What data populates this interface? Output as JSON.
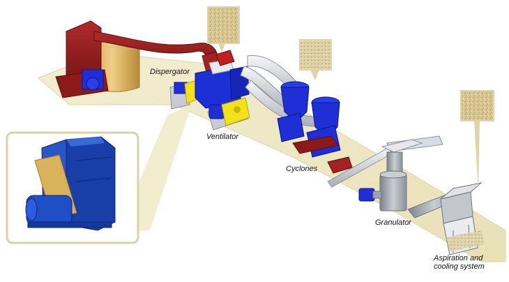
{
  "labels": {
    "dispergator": "Dispergator",
    "ventilator": "Ventilator",
    "cyclones": "Cyclones",
    "granulator": "Granulator",
    "aspiration": "Aspiration and\ncooling system"
  },
  "colors": {
    "floor": "#f0ebc8",
    "floor_edge": "#d9d2a6",
    "duct": "#8b1a1a",
    "duct_dark": "#5e0f0f",
    "machine_blue": "#1f2fd6",
    "machine_blue_dark": "#0d168a",
    "yellow": "#f2e21c",
    "pipe_white": "#e6e8ec",
    "pipe_shadow": "#9aa0aa",
    "steel": "#9da3ab",
    "silo_tan": "#e3c27a",
    "inset_border": "#d8d2a8",
    "sawdust": "#d6c48c"
  },
  "icons": {
    "dispergator": "machine-icon",
    "ventilator": "fan-icon",
    "cyclones": "cyclone-icon",
    "granulator": "pellet-press-icon",
    "aspiration": "cooling-unit-icon",
    "photo": "sawdust-photo-icon"
  }
}
